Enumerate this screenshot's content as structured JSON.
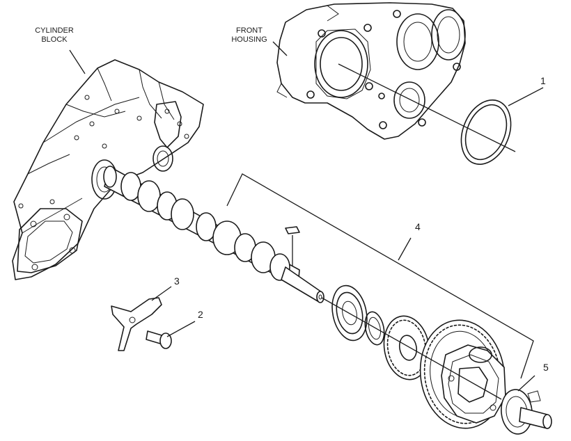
{
  "labels": {
    "cylinder_block": [
      "CYLINDER",
      "BLOCK"
    ],
    "front_housing": [
      "FRONT",
      "HOUSING"
    ],
    "callout_1": "1",
    "callout_2": "2",
    "callout_3": "3",
    "callout_4": "4",
    "callout_5": "5"
  },
  "colors": {
    "ink": "#1a1a1a",
    "background": "#ffffff"
  }
}
